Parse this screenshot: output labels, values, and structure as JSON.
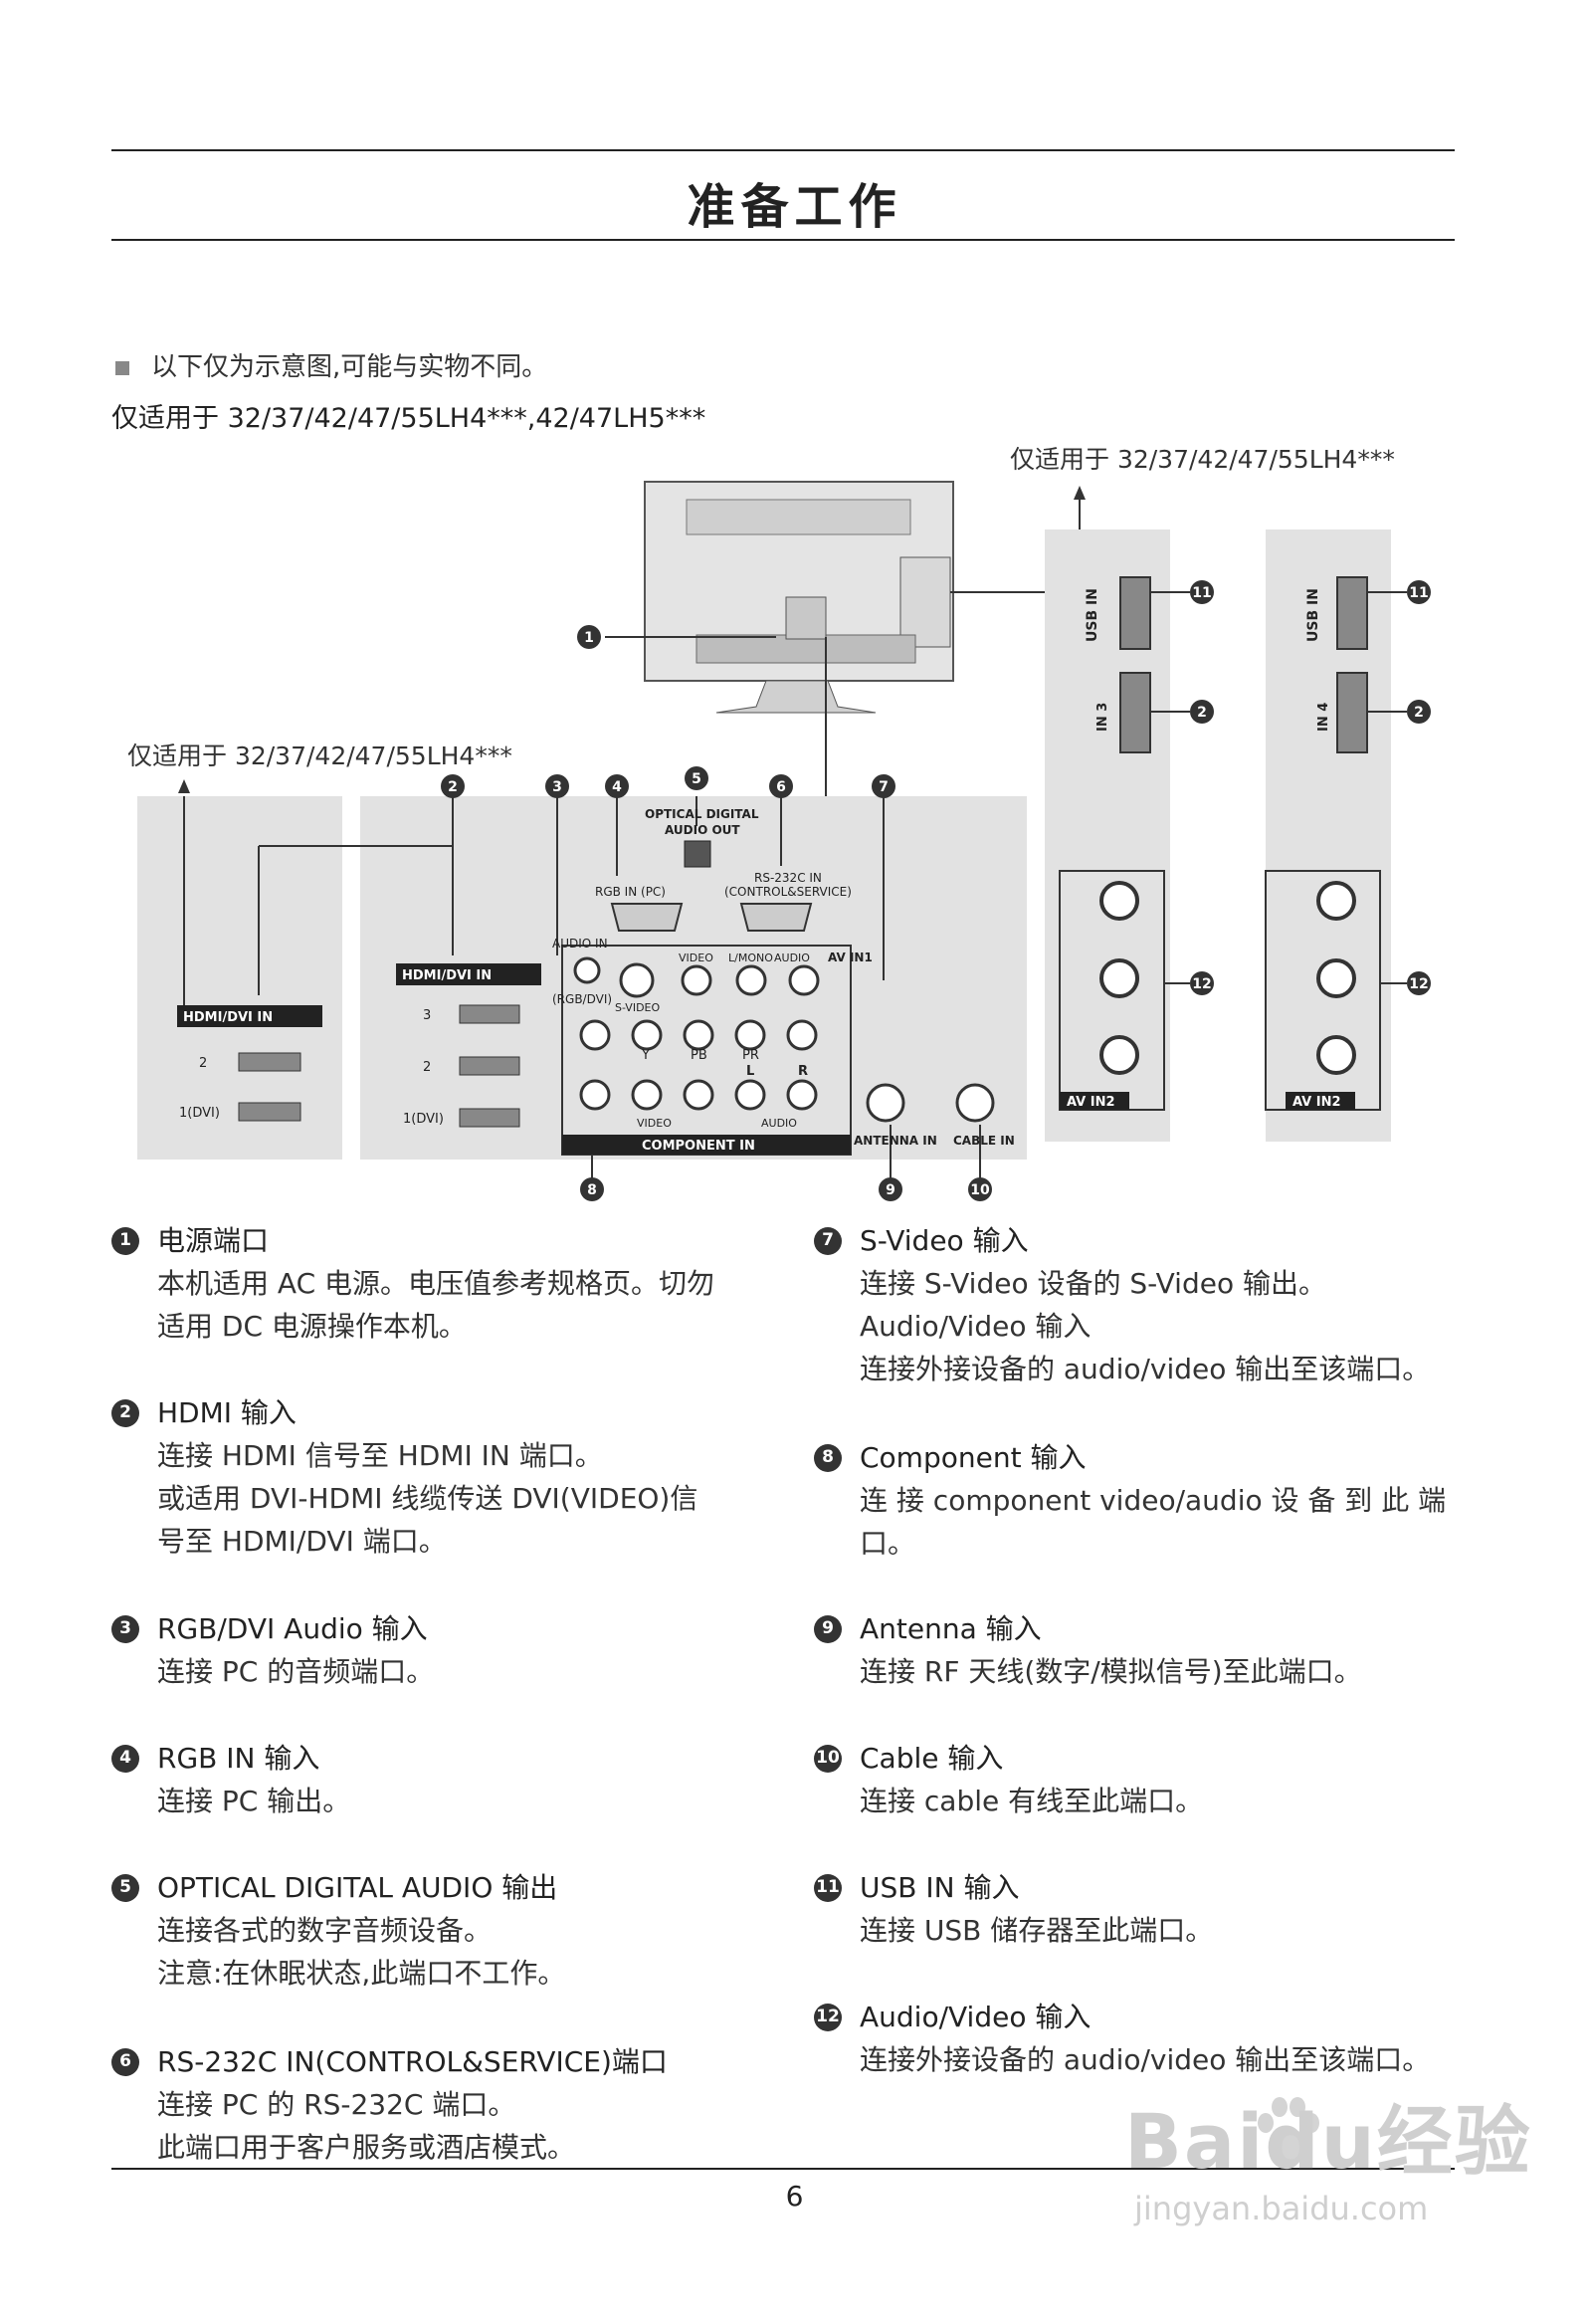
{
  "header": {
    "title": "准备工作"
  },
  "note": "以下仅为示意图,可能与实物不同。",
  "subtitle": "仅适用于 32/37/42/47/55LH4***,42/47LH5***",
  "diagram_labels": {
    "only_for_top": "仅适用于 32/37/42/47/55LH4***",
    "only_for_left": "仅适用于 32/37/42/47/55LH4***",
    "hdmi_dvi_in": "HDMI/DVI IN",
    "port_2": "2",
    "port_3": "3",
    "port_1dvi": "1(DVI)",
    "audio_in": "AUDIO IN",
    "rgb_dvi": "(RGB/DVI)",
    "rgb_in_pc": "RGB IN (PC)",
    "optical": "OPTICAL DIGITAL",
    "audio_out": "AUDIO OUT",
    "rs232c": "RS-232C IN",
    "control_service": "(CONTROL&SERVICE)",
    "s_video": "S-VIDEO",
    "video": "VIDEO",
    "l_mono": "L/MONO",
    "audio": "AUDIO",
    "r": "R",
    "av_in1": "AV IN1",
    "y": "Y",
    "pb": "PB",
    "pr": "PR",
    "l": "L",
    "component_in": "COMPONENT IN",
    "antenna_in": "ANTENNA IN",
    "cable_in": "CABLE IN",
    "usb_in": "USB IN",
    "in3": "IN 3",
    "in4": "IN 4",
    "av_in2": "AV IN2"
  },
  "items_left": [
    {
      "num": "1",
      "title": "电源端口",
      "desc": "本机适用 AC 电源。电压值参考规格页。切勿\n适用 DC 电源操作本机。"
    },
    {
      "num": "2",
      "title": "HDMI 输入",
      "desc": "连接 HDMI 信号至 HDMI IN 端口。\n或适用 DVI-HDMI 线缆传送 DVI(VIDEO)信\n号至 HDMI/DVI 端口。"
    },
    {
      "num": "3",
      "title": "RGB/DVI Audio 输入",
      "desc": "连接 PC 的音频端口。"
    },
    {
      "num": "4",
      "title": "RGB IN 输入",
      "desc": "连接 PC 输出。"
    },
    {
      "num": "5",
      "title": "OPTICAL DIGITAL AUDIO 输出",
      "desc": "连接各式的数字音频设备。\n注意:在休眠状态,此端口不工作。"
    },
    {
      "num": "6",
      "title": "RS-232C IN(CONTROL&SERVICE)端口",
      "desc": "连接 PC 的 RS-232C 端口。\n此端口用于客户服务或酒店模式。"
    }
  ],
  "items_right": [
    {
      "num": "7",
      "title": "S-Video 输入",
      "desc": "连接 S-Video 设备的 S-Video 输出。\nAudio/Video 输入\n连接外接设备的 audio/video 输出至该端口。"
    },
    {
      "num": "8",
      "title": "Component 输入",
      "desc": "连 接 component video/audio 设 备 到 此 端\n口。"
    },
    {
      "num": "9",
      "title": "Antenna 输入",
      "desc": "连接 RF 天线(数字/模拟信号)至此端口。"
    },
    {
      "num": "10",
      "title": "Cable 输入",
      "desc": "连接 cable 有线至此端口。"
    },
    {
      "num": "11",
      "title": "USB IN 输入",
      "desc": "连接 USB 储存器至此端口。"
    },
    {
      "num": "12",
      "title": "Audio/Video 输入",
      "desc": "连接外接设备的 audio/video 输出至该端口。"
    }
  ],
  "page_number": "6",
  "watermark": {
    "brand": "Baidu经验",
    "url": "jingyan.baidu.com"
  }
}
